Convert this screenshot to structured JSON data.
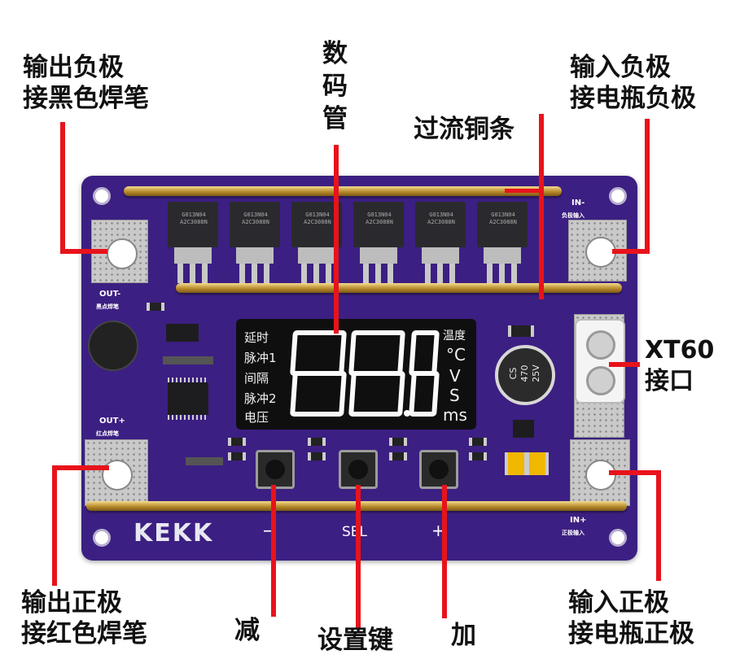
{
  "callouts": {
    "out_neg": "输出负极\n接黑色焊笔",
    "digit_tube": "数\n码\n管",
    "in_neg": "输入负极\n接电瓶负极",
    "copper_bar": "过流铜条",
    "xt60": "XT60\n接口",
    "out_pos": "输出正极\n接红色焊笔",
    "minus_btn": "减",
    "set_btn": "设置键",
    "plus_btn": "加",
    "in_pos": "输入正极\n接电瓶正极"
  },
  "board": {
    "brand": "KEKK",
    "btn_minus": "−",
    "btn_sel": "SEL",
    "btn_plus": "+",
    "out_minus": "OUT-",
    "out_minus_sub": "黑点焊笔",
    "out_plus": "OUT+",
    "out_plus_sub": "红点焊笔",
    "in_minus": "IN-",
    "in_minus_sub": "负极输入",
    "in_plus": "IN+",
    "in_plus_sub": "正极输入",
    "cap_text": "CS\n470\n25V",
    "mosfet_text": "G013N04\nA2C3088N"
  },
  "display": {
    "left_labels": [
      "延时",
      "脉冲1",
      "间隔",
      "脉冲2",
      "电压"
    ],
    "right_labels": [
      "温度",
      "°C",
      "V",
      "S",
      "ms"
    ],
    "digits": "88.8"
  },
  "colors": {
    "board": "#3c1f82",
    "callout_line": "#e8131b",
    "copper": "#c9a04a"
  }
}
